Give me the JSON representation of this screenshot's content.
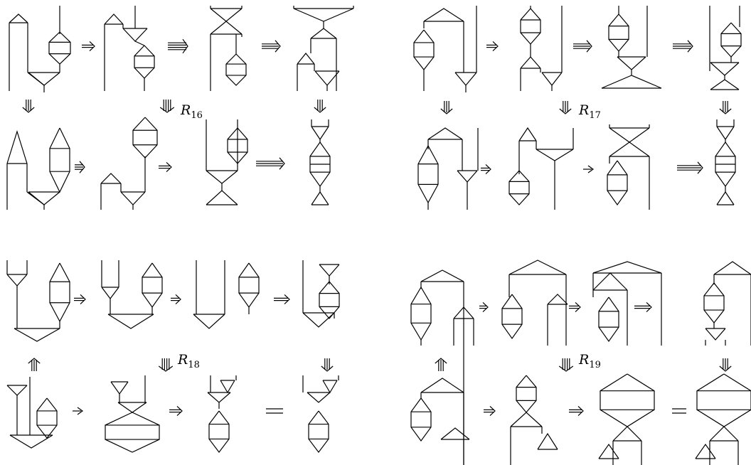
{
  "labels": {
    "r16": {
      "base": "R",
      "sub": "16"
    },
    "r17": {
      "base": "R",
      "sub": "17"
    },
    "r18": {
      "base": "R",
      "sub": "18"
    },
    "r19": {
      "base": "R",
      "sub": "19"
    }
  },
  "equals_sign": "="
}
